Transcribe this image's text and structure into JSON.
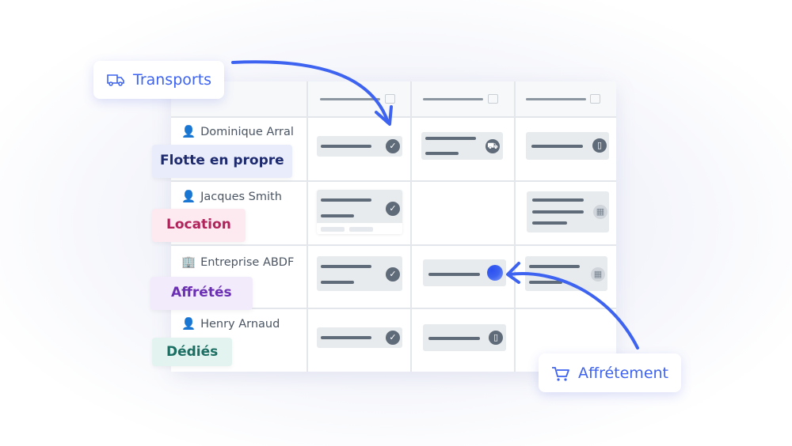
{
  "callouts": {
    "transports": "Transports",
    "affretement": "Affrétement"
  },
  "rows": [
    {
      "name": "Dominique Arral",
      "icon": "person-icon",
      "tag": "Flotte en propre"
    },
    {
      "name": "Jacques Smith",
      "icon": "person-icon",
      "tag": "Location"
    },
    {
      "name": "Entreprise ABDF",
      "icon": "building-icon",
      "tag": "Affrétés"
    },
    {
      "name": "Henry Arnaud",
      "icon": "person-icon",
      "tag": "Dédiés"
    }
  ],
  "colors": {
    "accent": "#3d63f0",
    "flotte": "#1e2a6e",
    "location": "#b0235a",
    "affretes": "#6b2fb3",
    "dedies": "#1b6e62"
  }
}
